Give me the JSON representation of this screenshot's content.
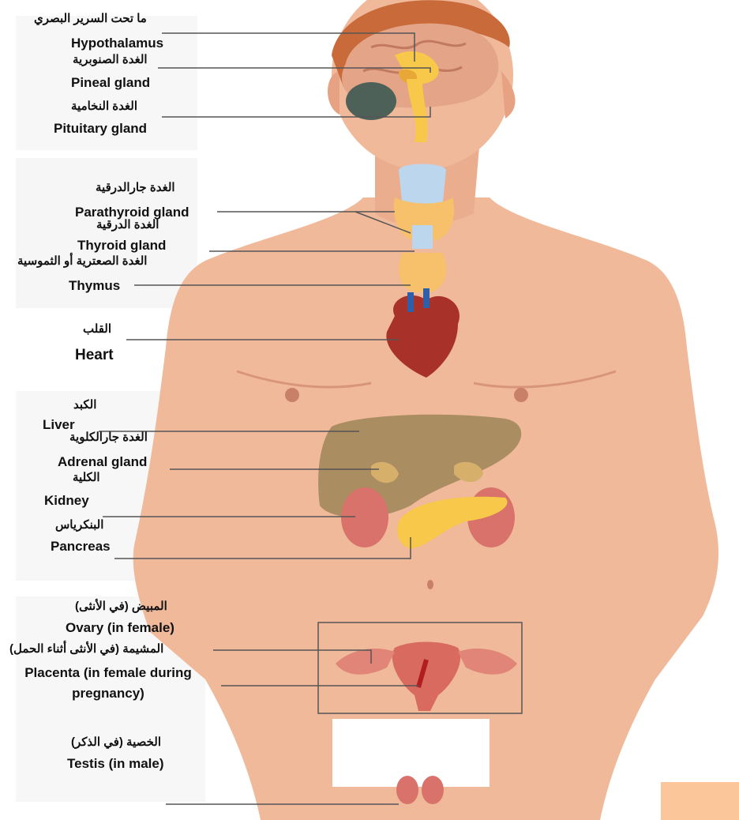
{
  "labels": {
    "hypothalamus_ar": "ما تحت السرير البصري",
    "hypothalamus_en": "Hypothalamus",
    "pineal_ar": "الغدة الصنوبرية",
    "pineal_en": "Pineal gland",
    "pituitary_ar": "الغدة النخامية",
    "pituitary_en": "Pituitary gland",
    "parathyroid_ar": "الغدة جارالدرقية",
    "parathyroid_en": "Parathyroid gland",
    "thyroid_ar": "الغدة الدرقية",
    "thyroid_en": "Thyroid gland",
    "thymus_ar": "الغدة الصعترية أو الثموسية",
    "thymus_en": "Thymus",
    "heart_ar": "القلب",
    "heart_en": "Heart",
    "liver_ar": "الكبد",
    "liver_en": "Liver",
    "adrenal_ar": "الغدة جارالكلوية",
    "adrenal_en": "Adrenal gland",
    "kidney_ar": "الكلية",
    "kidney_en": "Kidney",
    "pancreas_ar": "البنكرياس",
    "pancreas_en": "Pancreas",
    "ovary_ar": "المبيض (في الأنثى)",
    "ovary_en": "Ovary (in female)",
    "placenta_ar": "المشيمة (في الأنثى أثناء الحمل)",
    "placenta_en_1": "Placenta (in female during",
    "placenta_en_2": "pregnancy)",
    "testis_ar": "الخصية (في الذكر)",
    "testis_en": "Testis (in male)"
  },
  "colors": {
    "skin": "#f0b99a",
    "skin_shadow": "#d9957a",
    "hair": "#c86a3a",
    "brain": "#e3a487",
    "gland_yellow": "#f7c84a",
    "thyroid_blue": "#bcd6ee",
    "heart": "#a8322a",
    "liver": "#a58a5e",
    "kidney": "#d8726a",
    "uterus": "#d96a60",
    "leader_line": "#555555",
    "highlight_box": "#fbc79a"
  }
}
